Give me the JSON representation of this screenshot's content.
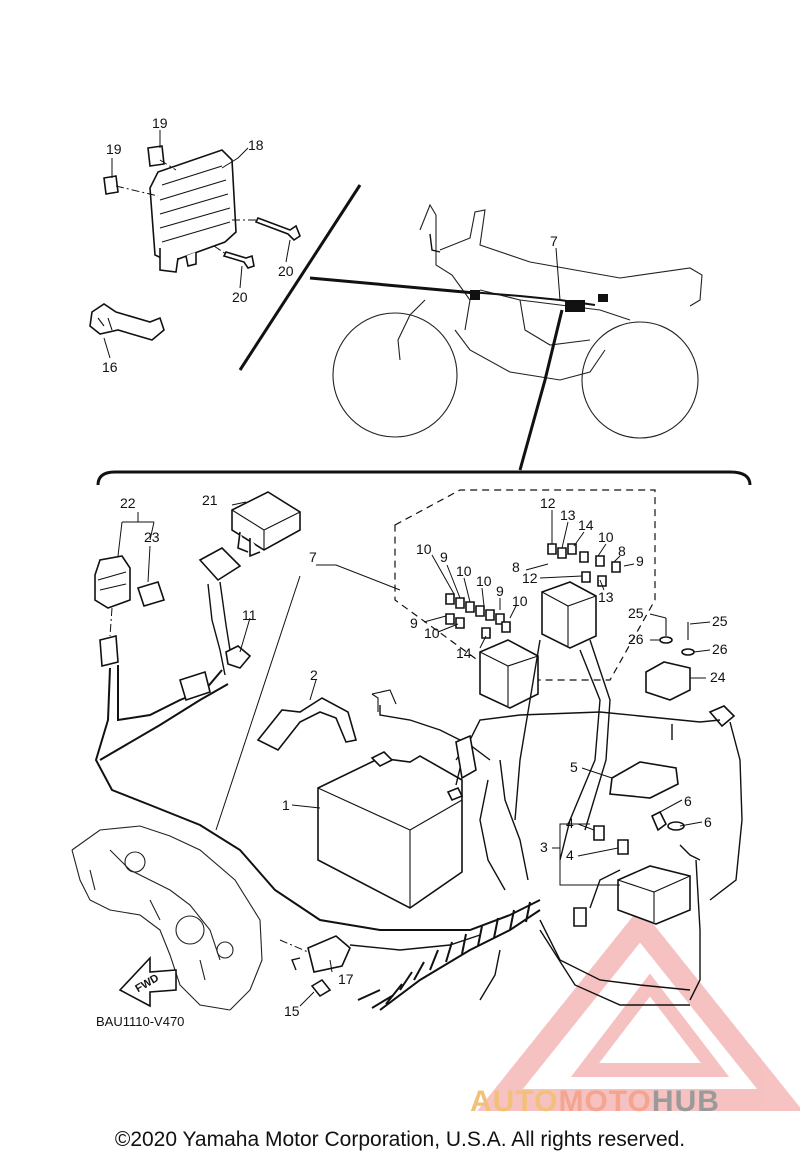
{
  "diagram": {
    "part_code": "BAU1110-V470",
    "fwd_label": "FWD",
    "callouts": {
      "p1": "1",
      "p2": "2",
      "p3": "3",
      "p4a": "4",
      "p4b": "4",
      "p5": "5",
      "p6a": "6",
      "p6b": "6",
      "p7a": "7",
      "p7b": "7",
      "p8a": "8",
      "p8b": "8",
      "p9a": "9",
      "p9b": "9",
      "p9c": "9",
      "p9d": "9",
      "p10a": "10",
      "p10b": "10",
      "p10c": "10",
      "p10d": "10",
      "p10e": "10",
      "p10f": "10",
      "p11": "11",
      "p12a": "12",
      "p12b": "12",
      "p13a": "13",
      "p13b": "13",
      "p14a": "14",
      "p14b": "14",
      "p15": "15",
      "p16": "16",
      "p17": "17",
      "p18": "18",
      "p19a": "19",
      "p19b": "19",
      "p20a": "20",
      "p20b": "20",
      "p21": "21",
      "p22": "22",
      "p23": "23",
      "p24": "24",
      "p25a": "25",
      "p25b": "25",
      "p26a": "26",
      "p26b": "26"
    }
  },
  "footer": {
    "copyright": "©2020 Yamaha Motor Corporation, U.S.A. All rights reserved."
  },
  "watermark": {
    "part1": "AUTO",
    "part2": "MOTO",
    "part3": "HUB",
    "colors": {
      "auto": "#f3c07a",
      "moto": "#f3a58f",
      "hub": "#9a9a9a",
      "triangle": "#ee8f8f"
    }
  }
}
